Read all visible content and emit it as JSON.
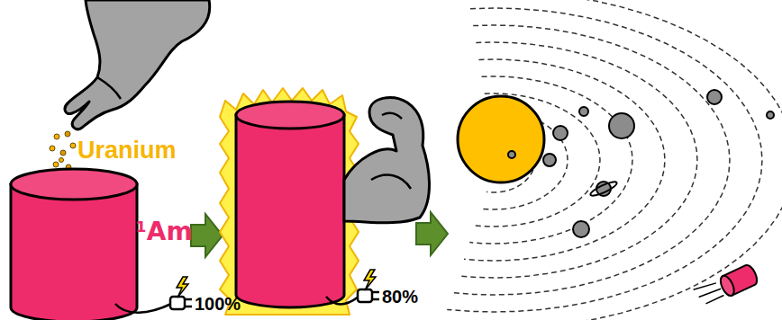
{
  "diagram": {
    "labels": [
      "Uranium",
      "²⁴¹Am",
      "100%",
      "80%"
    ]
  }
}
